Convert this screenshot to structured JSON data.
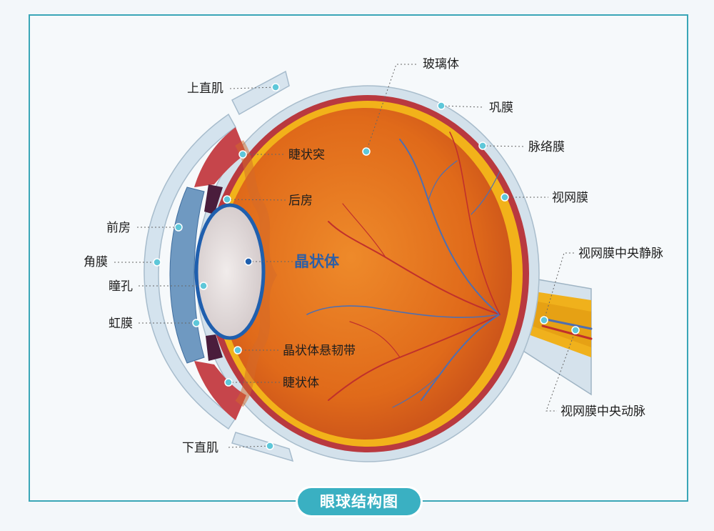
{
  "title": "眼球结构图",
  "labels": {
    "superior_rectus": "上直肌",
    "ciliary_process": "睫状突",
    "posterior_chamber": "后房",
    "anterior_chamber": "前房",
    "cornea": "角膜",
    "pupil": "瞳孔",
    "iris": "虹膜",
    "lens": "晶状体",
    "zonule": "晶状体悬韧带",
    "ciliary_body": "睫状体",
    "inferior_rectus": "下直肌",
    "vitreous": "玻璃体",
    "sclera": "巩膜",
    "choroid": "脉络膜",
    "retina": "视网膜",
    "central_retinal_vein": "视网膜中央静脉",
    "central_retinal_artery": "视网膜中央动脉"
  },
  "colors": {
    "frame": "#3aa6b7",
    "sclera": "#cfdde8",
    "choroid": "#b8393d",
    "retina": "#f2b21a",
    "vitreous": "#e5701d",
    "lens": "#dad3d4",
    "lens_border": "#1f5fae",
    "iris": "#6f99c1",
    "vein": "#4f6fb0",
    "artery": "#c0302c",
    "marker": "#5ec7d9",
    "title_bg": "#3ab0c2"
  }
}
